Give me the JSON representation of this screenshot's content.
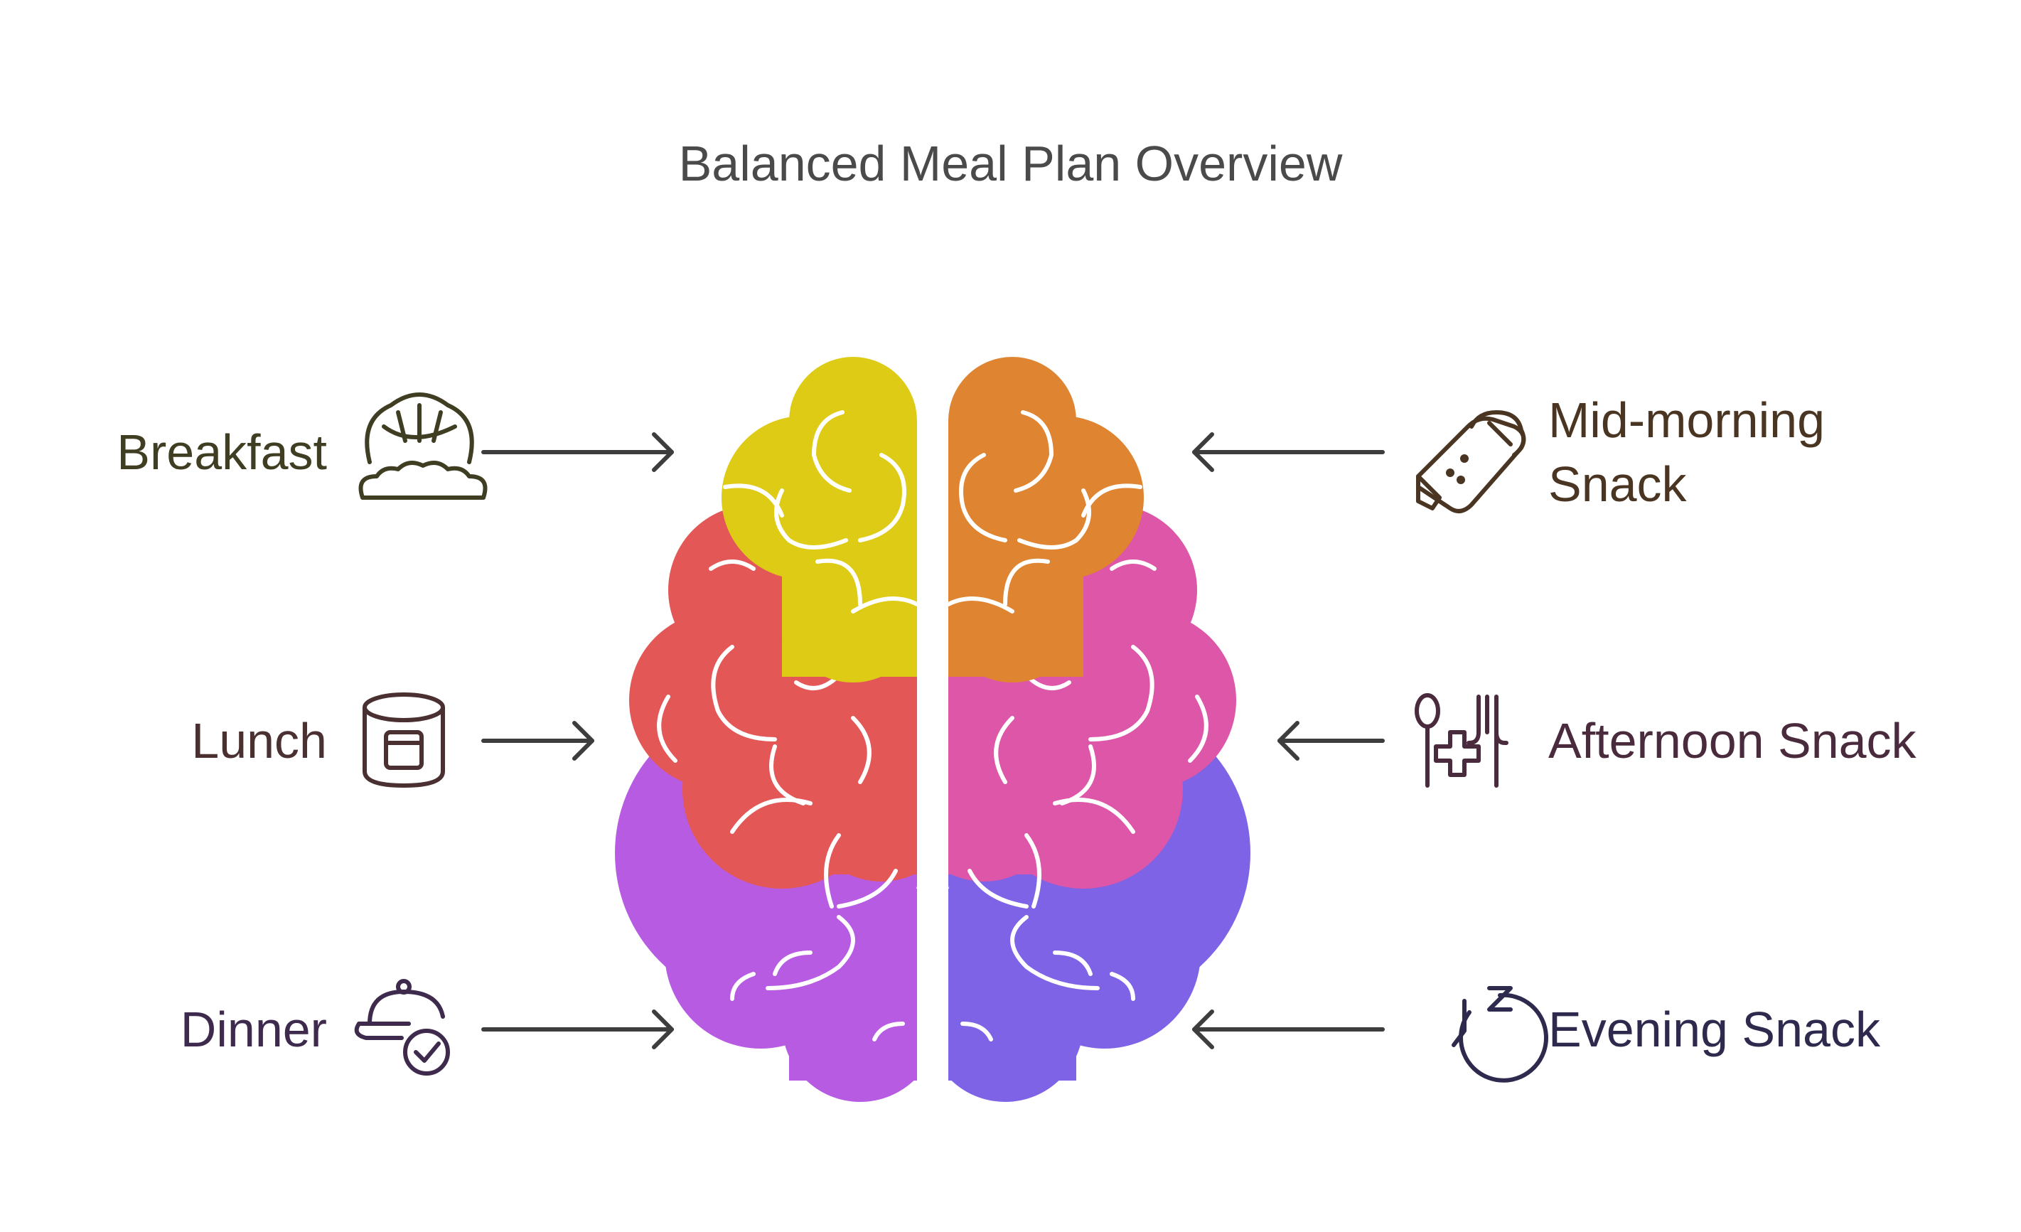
{
  "title": "Balanced Meal Plan Overview",
  "colors": {
    "yellow": "#DECB16",
    "orange": "#DF8430",
    "red": "#E45757",
    "pink": "#DD56A7",
    "purple": "#B75BE3",
    "violet": "#7E63E6",
    "arrow": "#3d3d3d"
  },
  "items": [
    {
      "label": "Breakfast",
      "icon": "croissant-icon",
      "side": "left",
      "color": "#3f3d22"
    },
    {
      "label": "Lunch",
      "icon": "canned-food-icon",
      "side": "left",
      "color": "#4a3030"
    },
    {
      "label": "Dinner",
      "icon": "cloche-check-icon",
      "side": "left",
      "color": "#3e2a4d"
    },
    {
      "label": "Mid-morning\nSnack",
      "icon": "burrito-icon",
      "side": "right",
      "color": "#4a3522"
    },
    {
      "label": "Afternoon Snack",
      "icon": "health-food-icon",
      "side": "right",
      "color": "#4a2b3d"
    },
    {
      "label": "Evening Snack",
      "icon": "clock-sleep-icon",
      "side": "right",
      "color": "#2e2a4d"
    }
  ]
}
